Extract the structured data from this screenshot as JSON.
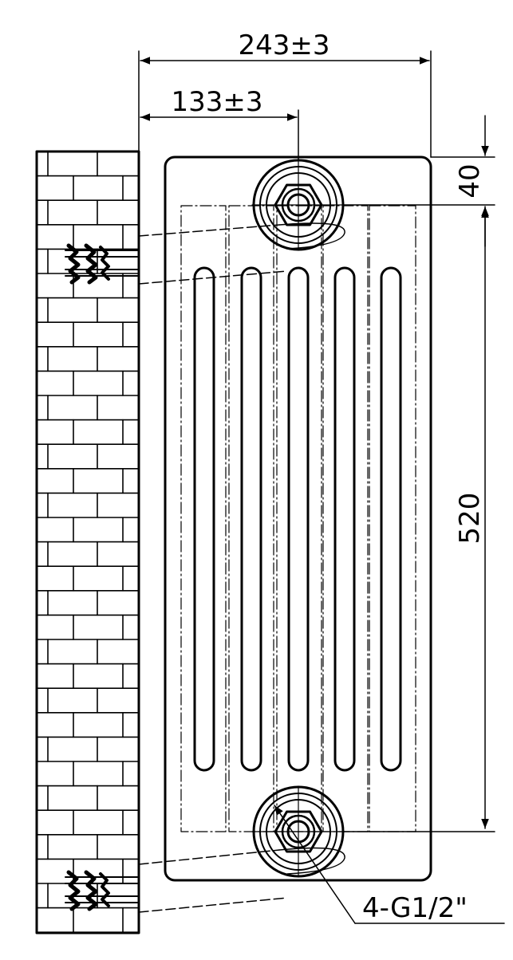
{
  "dimensions": {
    "total_depth": "243±3",
    "wall_to_pipe": "133±3",
    "top_offset": "40",
    "pipe_centers": "520",
    "connections": "4-G1/2\""
  },
  "radiator": {
    "tube_count": 5,
    "connection_count": 2,
    "bracket_count": 2
  },
  "colors": {
    "line": "#000000",
    "background": "#ffffff"
  }
}
